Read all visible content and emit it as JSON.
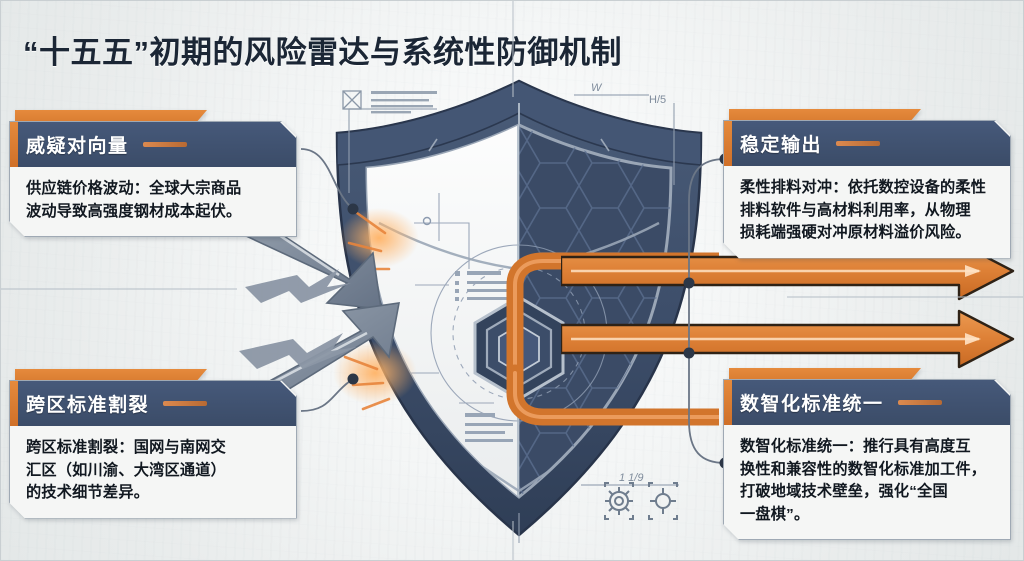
{
  "page": {
    "title": "“十五五”初期的风险雷达与系统性防御机制",
    "background_color": "#eef0f0",
    "accent_orange": "#e58a3c",
    "header_navy": "#3f5171"
  },
  "cards": {
    "threat": {
      "title": "威疑对向量",
      "lines": [
        "供应链价格波动：全球大宗商品",
        "波动导致高强度钢材成本起伏。"
      ]
    },
    "region": {
      "title": "跨区标准割裂",
      "lines": [
        "跨区标准割裂：国网与南网交",
        "汇区（如川渝、大湾区通道）",
        "的技术细节差异。"
      ]
    },
    "stable": {
      "title": "稳定输出",
      "lines": [
        "柔性排料对冲：依托数控设备的柔性",
        "排料软件与高材料利用率，从物理",
        "损耗端强硬对冲原材料溢价风险。"
      ]
    },
    "standard": {
      "title": "数智化标准统一",
      "lines": [
        "数智化标准统一：推行具有高度互",
        "换性和兼容性的数智化标准加工件，",
        "打破地域技术壁垒，强化“全国",
        "一盘棋”。"
      ]
    }
  },
  "blueprint_annotations": {
    "top_left_label": "W",
    "dimension_h5": "H/5",
    "dimension_ratio": "1 1/9"
  },
  "graphic": {
    "shield_label": "shield-emblem",
    "attack_arrows": 2,
    "output_arrows": 2,
    "shield_dark": "#3b4b66",
    "shield_light": "#f2f4f4",
    "arrow_gray": "#7e8a99",
    "spark_orange": "#e8853c"
  }
}
